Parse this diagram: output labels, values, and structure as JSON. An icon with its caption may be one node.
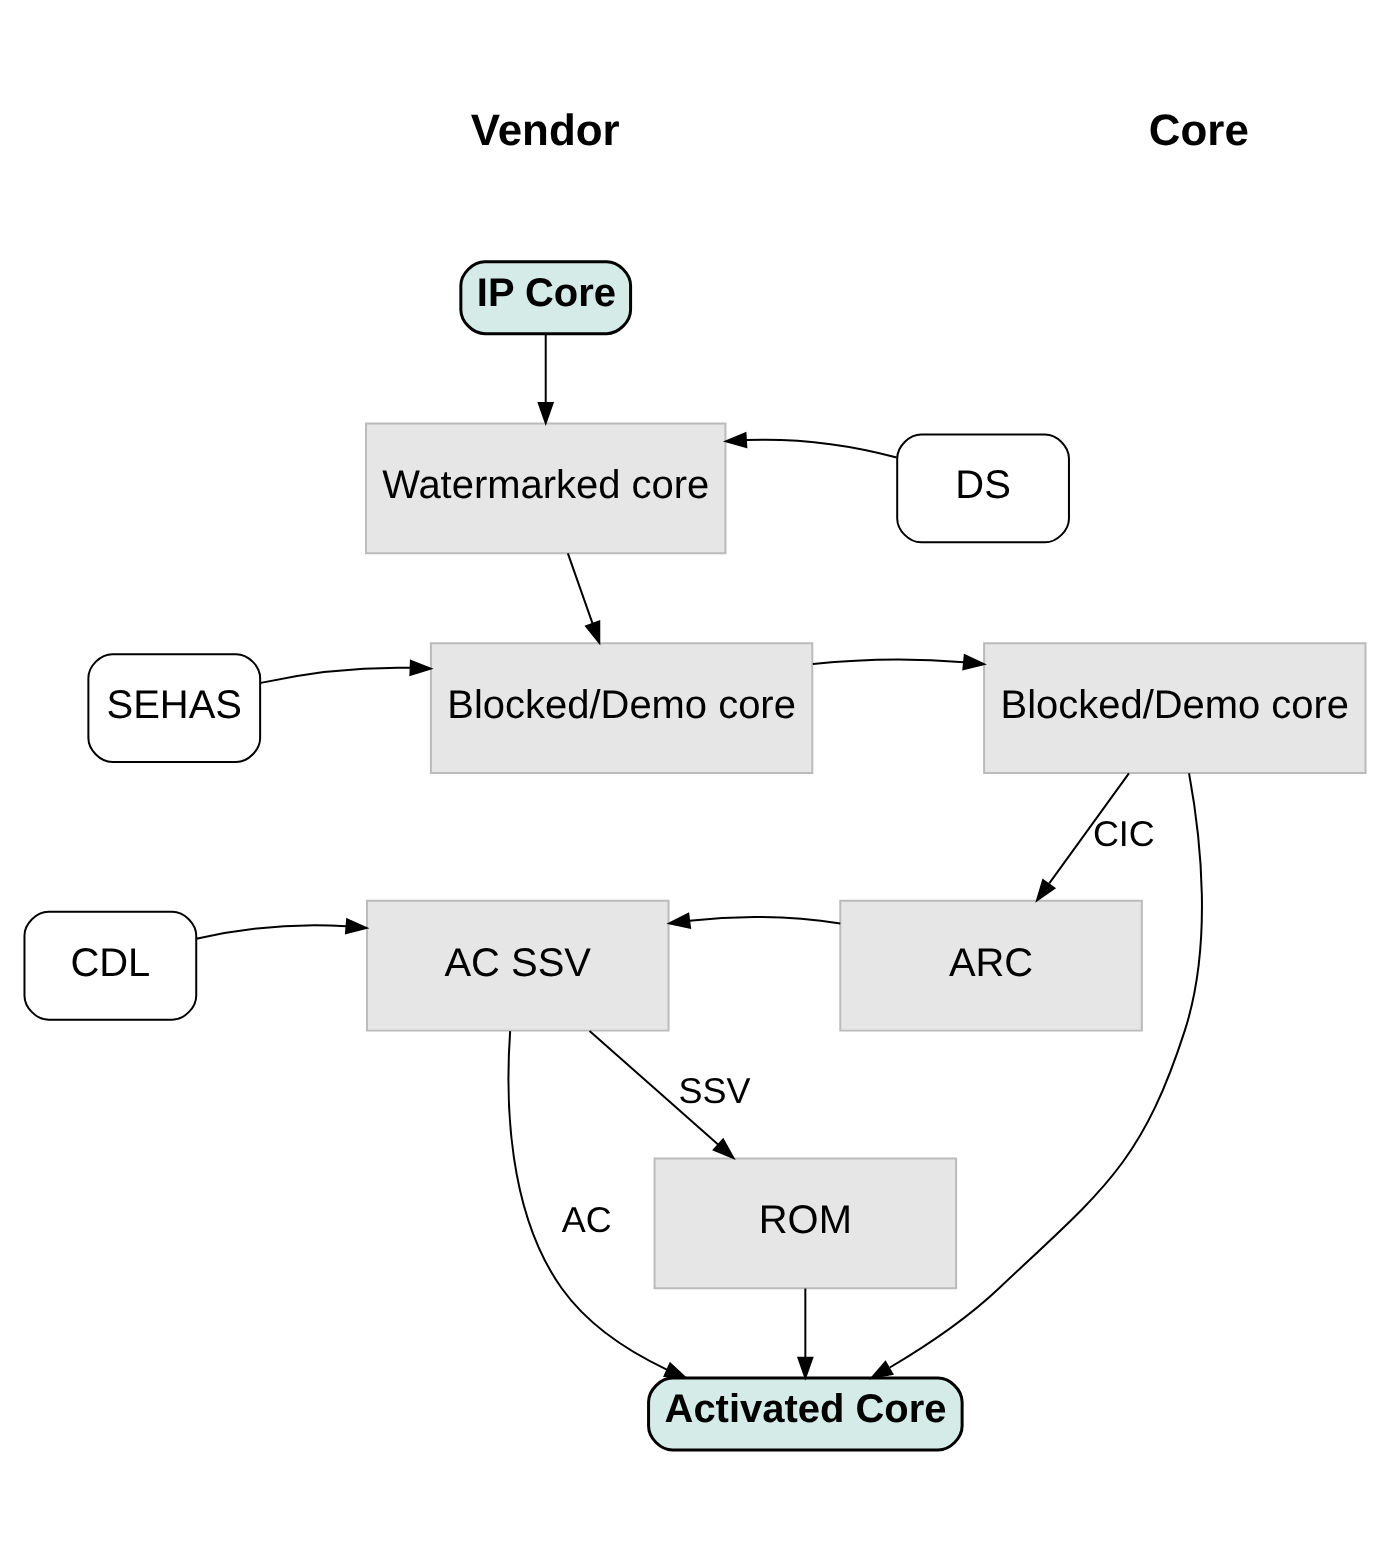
{
  "diagram": {
    "nodes": [
      {
        "text": [
          "IP Core"
        ]
      },
      {
        "text": [
          "Watermarked core"
        ]
      },
      {
        "text": [
          "DS"
        ]
      },
      {
        "text": [
          "Blocked/Demo core"
        ]
      },
      {
        "text": [
          "SEHAS"
        ]
      },
      {
        "text": [
          "Blocked/Demo core"
        ]
      },
      {
        "text": [
          "CDL"
        ]
      },
      {
        "text": [
          "AC SSV"
        ]
      },
      {
        "text": [
          "ARC"
        ]
      },
      {
        "text": [
          "ROM"
        ]
      },
      {
        "text": [
          "Activated Core"
        ]
      }
    ],
    "edges": [
      {
        "from": 0,
        "to": 1,
        "arrow": "to"
      },
      {
        "from": 2,
        "to": 1,
        "arrow": "to"
      },
      {
        "from": 1,
        "to": 3,
        "arrow": "to"
      },
      {
        "from": 4,
        "to": 3,
        "arrow": "to"
      },
      {
        "from": 3,
        "to": 5,
        "arrow": "to"
      },
      {
        "from": 5,
        "to": 8,
        "arrow": "to",
        "label": "CIC"
      },
      {
        "from": 8,
        "to": 7,
        "arrow": "to"
      },
      {
        "from": 6,
        "to": 7,
        "arrow": "to"
      },
      {
        "from": 7,
        "to": 9,
        "arrow": "to",
        "label": "SSV"
      },
      {
        "from": 7,
        "to": 10,
        "arrow": "to",
        "label": "AC"
      },
      {
        "from": 9,
        "to": 10,
        "arrow": "to"
      },
      {
        "from": 5,
        "to": 10,
        "arrow": "to"
      }
    ],
    "labels": [
      "Vendor",
      "Core"
    ]
  }
}
